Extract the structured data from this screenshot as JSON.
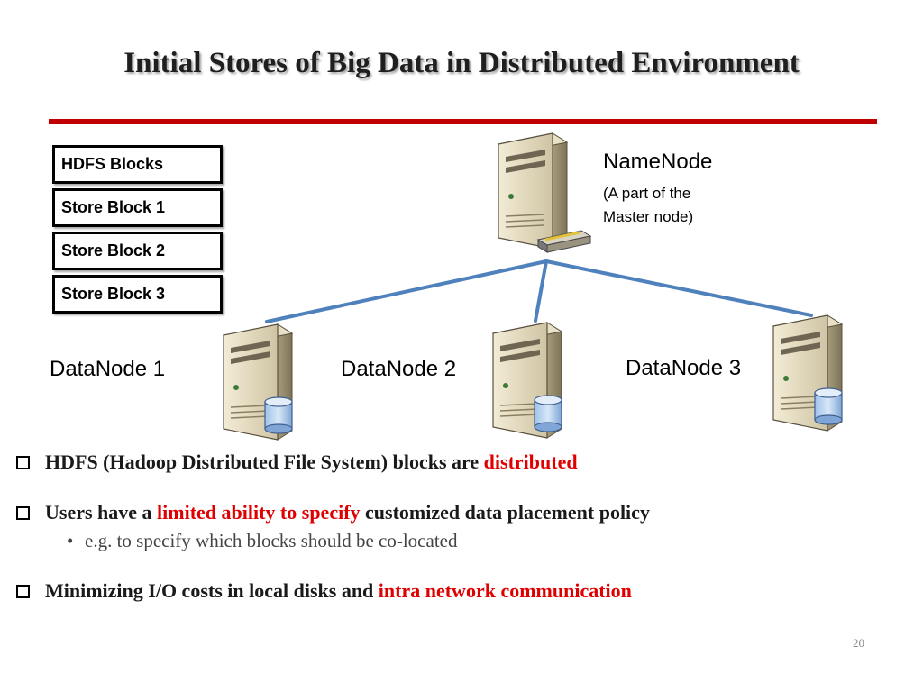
{
  "slide": {
    "title": "Initial Stores of Big Data in Distributed Environment",
    "page_number": "20"
  },
  "colors": {
    "accent": "#c00000",
    "highlight": "#e00000",
    "link": "#4f81bd"
  },
  "blocks": [
    "HDFS Blocks",
    "Store Block 1",
    "Store Block 2",
    "Store Block 3"
  ],
  "namenode": {
    "label": "NameNode",
    "sub1": "(A part of the",
    "sub2": "Master node)",
    "icon": "server-icon"
  },
  "datanodes": [
    {
      "label": "DataNode 1",
      "icon": "server-with-disk-icon"
    },
    {
      "label": "DataNode 2",
      "icon": "server-with-disk-icon"
    },
    {
      "label": "DataNode 3",
      "icon": "server-with-disk-icon"
    }
  ],
  "bullets": {
    "b1_pre": "HDFS (Hadoop Distributed File System) blocks are ",
    "b1_hl": "distributed",
    "b2_pre": "Users have a ",
    "b2_hl": "limited ability to specify",
    "b2_post": " customized data placement policy",
    "b2_sub": "e.g. to specify which blocks should be co-located",
    "b3_pre": "Minimizing I/O costs in local disks and ",
    "b3_hl": "intra network communication"
  }
}
